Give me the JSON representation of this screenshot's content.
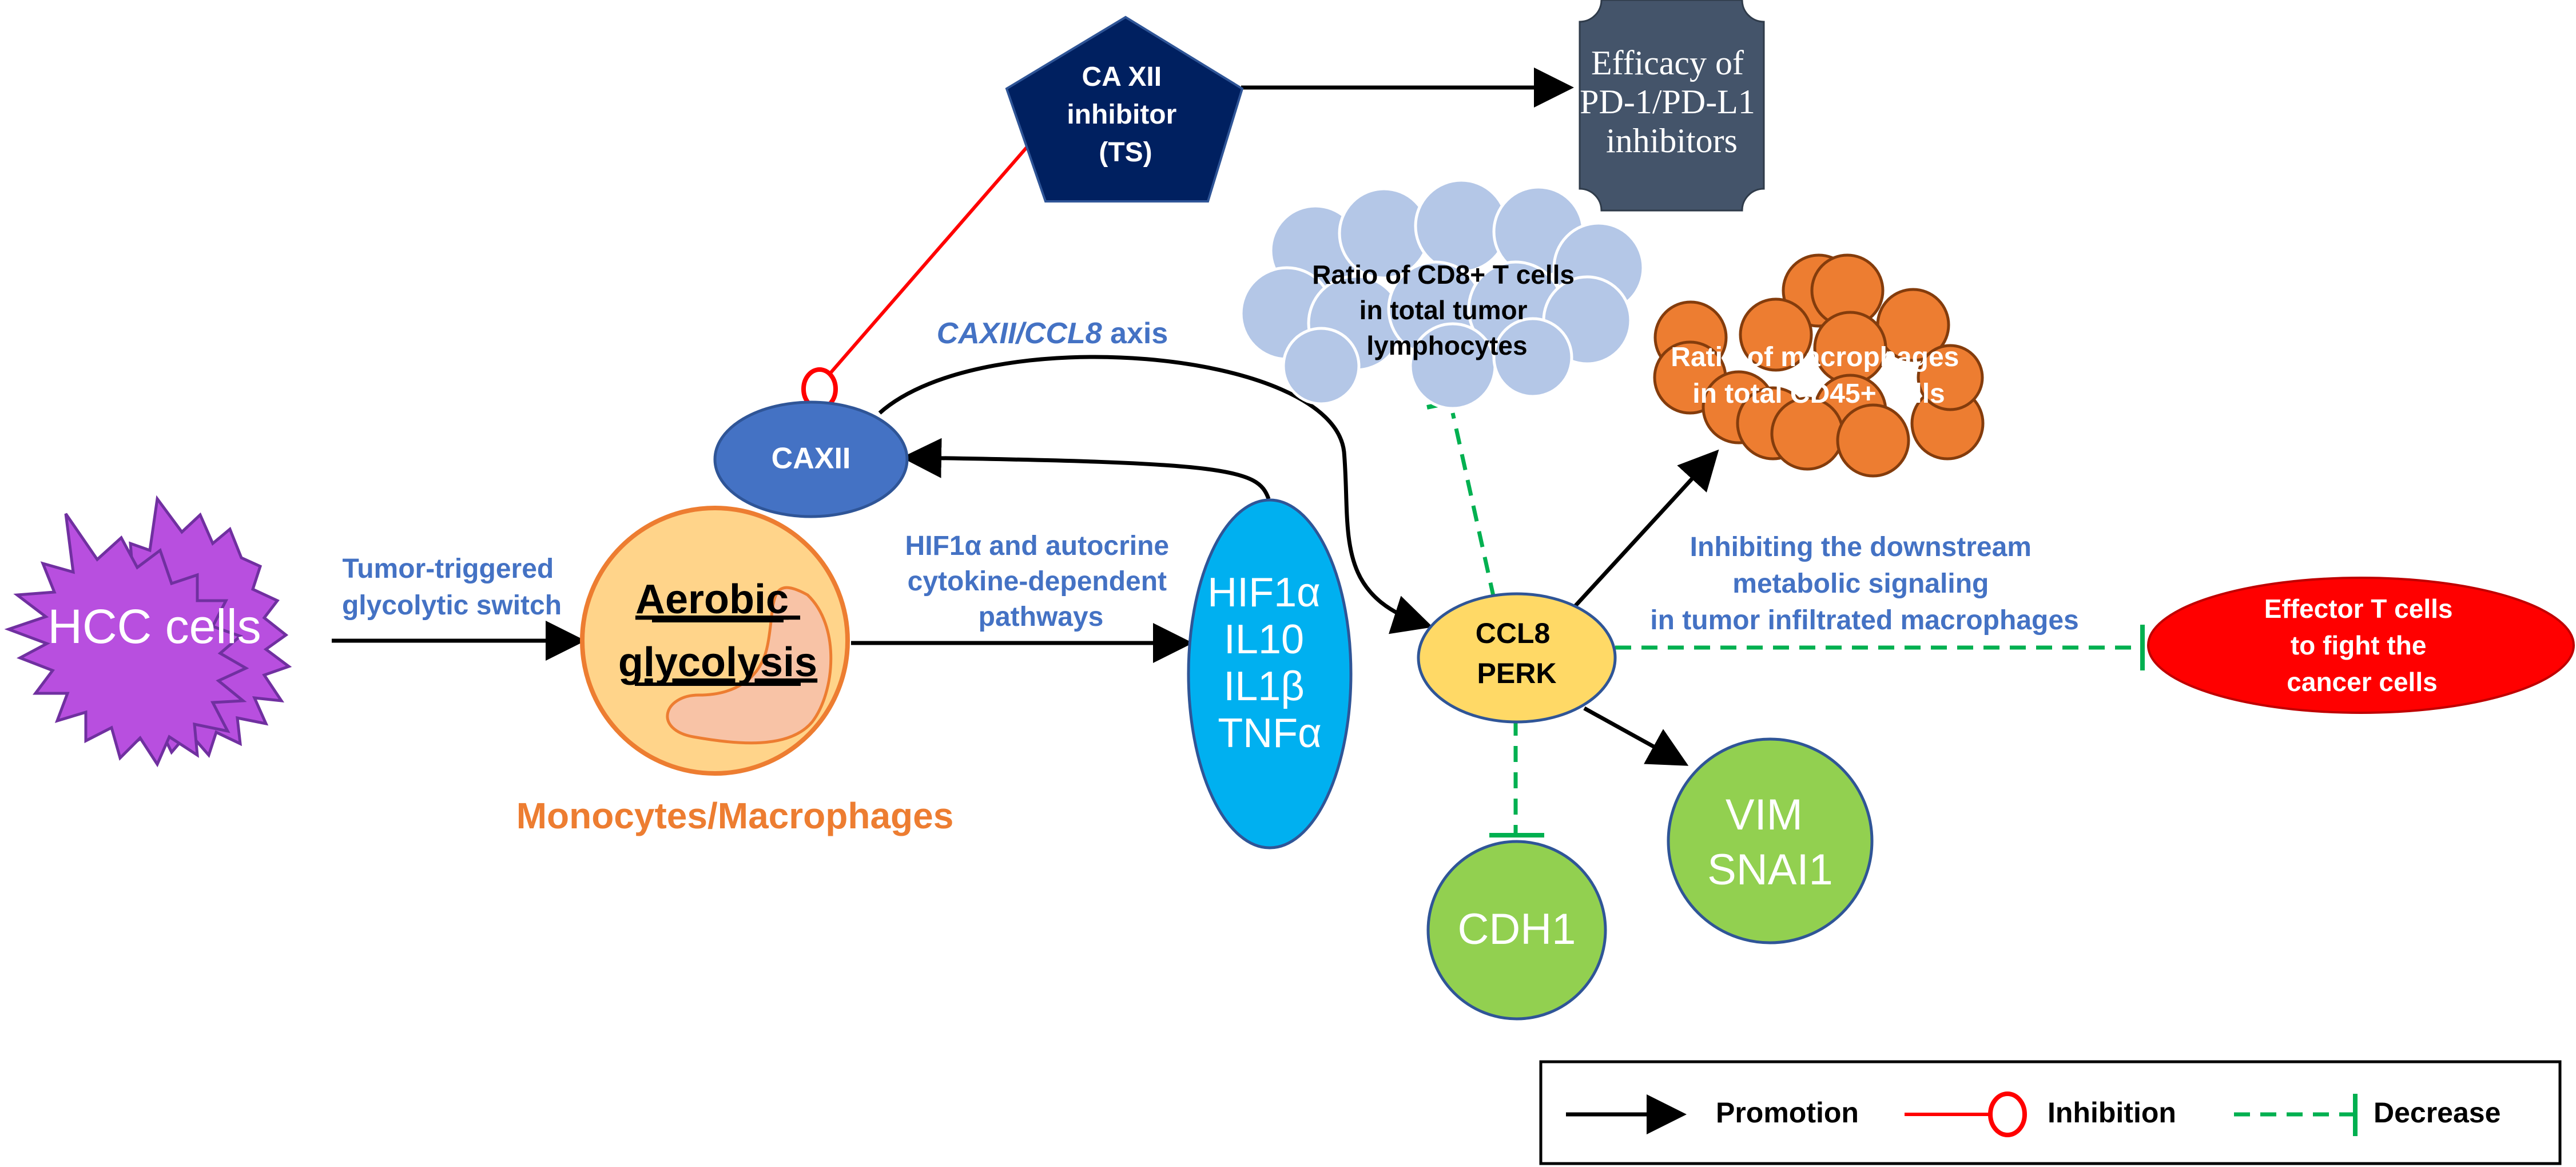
{
  "hcc_cells": {
    "label": "HCC cells"
  },
  "arrow_labels": {
    "glycolytic_switch": [
      "Tumor-triggered",
      "glycolytic switch"
    ],
    "hif_pathways": [
      "HIF1α and autocrine",
      "cytokine-dependent",
      "pathways"
    ],
    "axis_italic": "CAXII/CCL8",
    "axis_suffix": " axis",
    "downstream": [
      "Inhibiting the downstream",
      "metabolic signaling",
      "in tumor infiltrated macrophages"
    ]
  },
  "aerobic_glycolysis": {
    "lines": [
      "Aerobic",
      "glycolysis"
    ]
  },
  "monocytes_label": "Monocytes/Macrophages",
  "caxii": {
    "label": "CAXII"
  },
  "inhibitor": {
    "lines": [
      "CA XII",
      "inhibitor",
      "(TS)"
    ]
  },
  "efficacy": {
    "lines": [
      "Efficacy of",
      "PD-1/PD-L1",
      "inhibitors"
    ]
  },
  "cd8_cluster": {
    "lines": [
      "Ratio of CD8+ T cells",
      "in total tumor",
      "lymphocytes"
    ]
  },
  "macrophage_cluster": {
    "lines": [
      "Ratio of macrophages",
      "in total CD45+ cells"
    ]
  },
  "cytokines": {
    "lines": [
      "HIF1α",
      "IL10",
      "IL1β",
      "TNFα"
    ]
  },
  "ccl8_perk": {
    "lines": [
      "CCL8",
      "PERK"
    ]
  },
  "effector_t": {
    "lines": [
      "Effector T cells",
      "to fight the",
      "cancer cells"
    ]
  },
  "vim_snai1": {
    "lines": [
      "VIM",
      "SNAI1"
    ]
  },
  "cdh1": {
    "label": "CDH1"
  },
  "legend": {
    "promotion": "Promotion",
    "inhibition": "Inhibition",
    "decrease": "Decrease"
  },
  "colors": {
    "black": "#000000",
    "label_blue": "#4472C4",
    "hcc_purple": "#B84FDF",
    "cell_fill": "#FFD48A",
    "cell_stroke": "#ED7D31",
    "nucleus_fill": "#F8C3A6",
    "caxii_fill": "#4472C4",
    "pentagon_fill": "#002060",
    "efficacy_fill": "#44546A",
    "cd8_fill": "#B4C7E7",
    "macro_fill": "#ED7D31",
    "macro_stroke": "#843C0C",
    "cytokine_fill": "#00B0F0",
    "ccl8_fill": "#FFD966",
    "ccl8_stroke": "#2F5597",
    "effector_fill": "#FF0000",
    "green_fill": "#92D050",
    "green_stroke": "#2F5597",
    "decrease_green": "#00B050",
    "inhibition_red": "#FF0000"
  }
}
